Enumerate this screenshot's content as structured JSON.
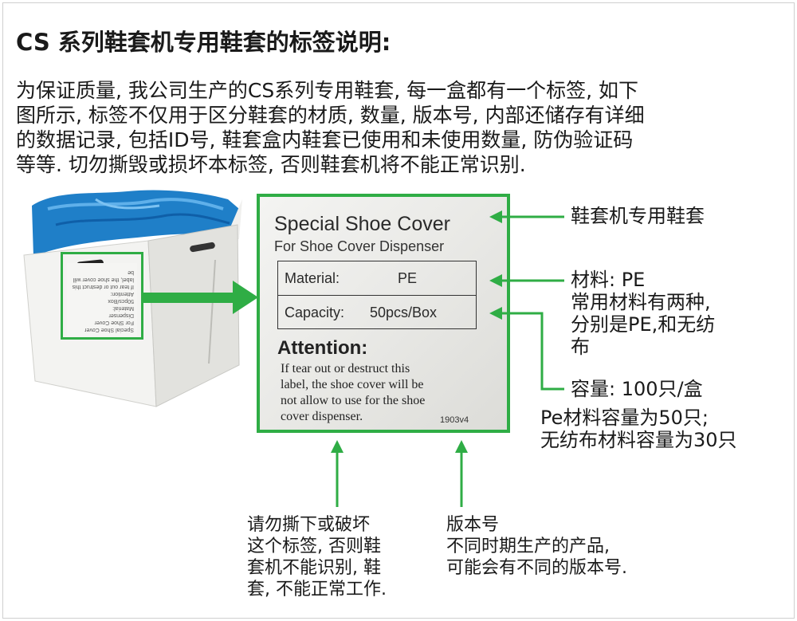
{
  "title": "CS 系列鞋套机专用鞋套的标签说明:",
  "intro_lines": [
    "为保证质量, 我公司生产的CS系列专用鞋套, 每一盒都有一个标签, 如下",
    "图所示, 标签不仅用于区分鞋套的材质, 数量, 版本号, 内部还储存有详细",
    "的数据记录, 包括ID号, 鞋套盒内鞋套已使用和未使用数量, 防伪验证码",
    "等等. 切勿撕毁或损坏本标签, 否则鞋套机将不能正常识别."
  ],
  "label": {
    "title": "Special Shoe Cover",
    "subtitle": "For Shoe Cover Dispenser",
    "material_key": "Material:",
    "material_value": "PE",
    "capacity_key": "Capacity:",
    "capacity_value": "50pcs/Box",
    "attention": "Attention:",
    "body_lines": [
      "If tear out or destruct this",
      "label, the shoe cover will be",
      "not allow to use for the shoe",
      "cover dispenser."
    ],
    "version": "1903v4"
  },
  "annotations": {
    "special": "鞋套机专用鞋套",
    "material_lines": [
      "材料: PE",
      "常用材料有两种,",
      "分别是PE,和无纺",
      "布"
    ],
    "capacity": "容量: 100只/盒",
    "capacity_note_lines": [
      "Pe材料容量为50只;",
      "无纺布材料容量为30只"
    ],
    "warning_lines": [
      "请勿撕下或破坏",
      "这个标签, 否则鞋",
      "套机不能识别, 鞋",
      "套, 不能正常工作."
    ],
    "version_lines": [
      "版本号",
      "不同时期生产的产品,",
      "可能会有不同的版本号."
    ]
  },
  "colors": {
    "accent": "#2fad45",
    "box_blue": "#1f7fc8"
  }
}
